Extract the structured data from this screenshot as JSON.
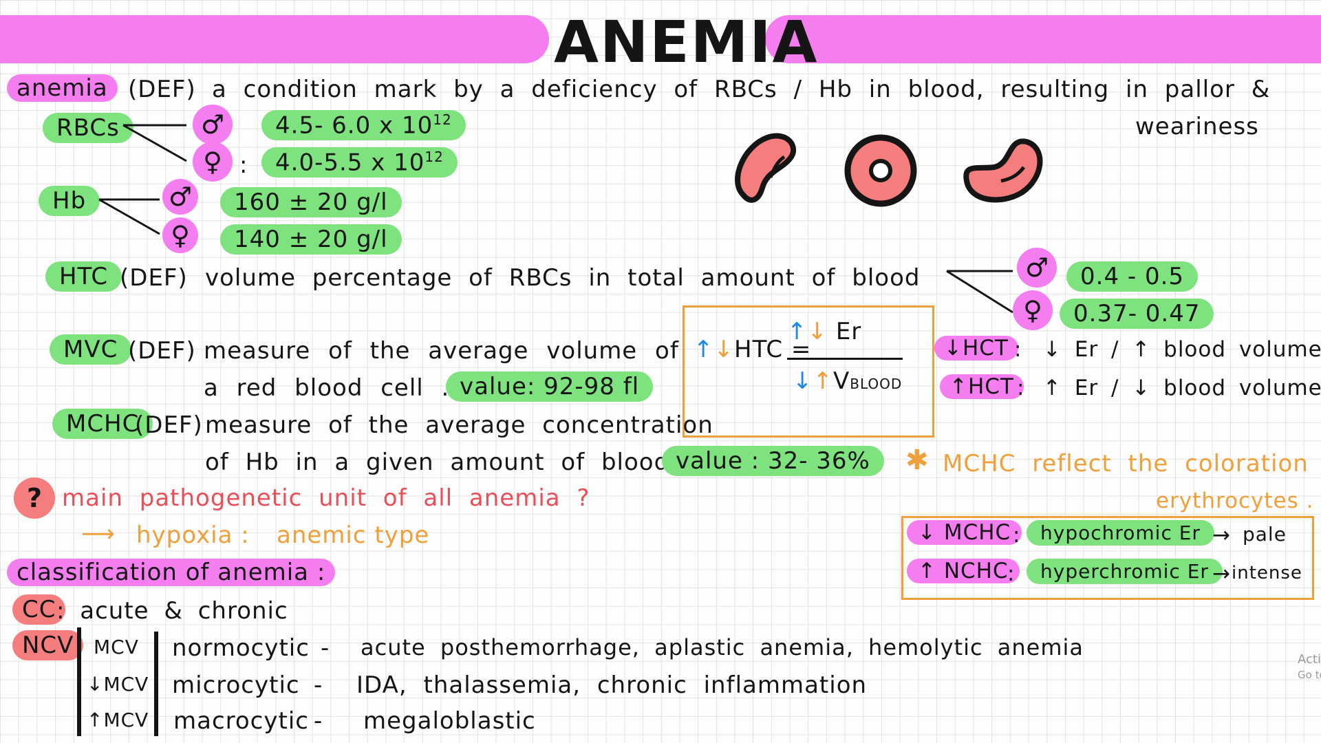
{
  "title": "ANEMIA",
  "colors": {
    "pink": "#f47ef0",
    "green": "#7ee27e",
    "red": "#ea4e57",
    "orange": "#f0a03a",
    "salmon": "#f47e7e",
    "blue": "#1e88e5"
  },
  "def_anemia": {
    "term": "anemia",
    "def_tag": "(DEF)",
    "line1": "a condition mark by a deficiency of RBCs / Hb in blood, resulting in pallor &",
    "line2": "weariness"
  },
  "rbcs": {
    "label": "RBCs",
    "male": "4.5- 6.0 x 10",
    "female": "4.0-5.5 x 10",
    "exp": "12",
    "colon": ":"
  },
  "hb": {
    "label": "Hb",
    "male": "160 ± 20 g/l",
    "female": "140 ± 20 g/l"
  },
  "htc": {
    "label": "HTC",
    "def_tag": "(DEF)",
    "text": "volume percentage of RBCs in total amount of blood",
    "male": "0.4 - 0.5",
    "female": "0.37- 0.47"
  },
  "mvc": {
    "label": "MVC",
    "def_tag": "(DEF)",
    "line1": "measure of the average volume of",
    "line2": "a red blood cell .",
    "value": "value: 92-98 fl"
  },
  "mchc": {
    "label": "MCHC",
    "def_tag": "(DEF)",
    "line1": "measure of the average concentration",
    "line2": "of Hb in a given amount of blood .",
    "value": "value : 32- 36%"
  },
  "formula": {
    "lhs": "HTC =",
    "num": "Er",
    "den": "V",
    "den_sub": "BLOOD",
    "up": "↑",
    "down": "↓"
  },
  "hct_rows": [
    {
      "tag": "↓HCT",
      "colon": ":",
      "text": "↓ Er / ↑ blood volume"
    },
    {
      "tag": "↑HCT",
      "colon": ":",
      "text": "↑ Er / ↓ blood volume"
    }
  ],
  "mchc_note": {
    "star": "✱",
    "line1": "MCHC reflect the coloration of",
    "line2": "erythrocytes ."
  },
  "question": {
    "icon": "?",
    "text": "main pathogenetic unit of all anemia ?"
  },
  "hypoxia": {
    "arrow": "⟶",
    "text": "hypoxia :",
    "type": "anemic type"
  },
  "mchc_box": [
    {
      "tag": "↓ MCHC",
      "colon": ":",
      "value": "hypochromic Er",
      "arrow": "→",
      "result": "pale"
    },
    {
      "tag": "↑ NCHC",
      "colon": ":",
      "value": "hyperchromic Er",
      "arrow": "→",
      "result": "intense"
    }
  ],
  "classification": {
    "title": "classification of anemia :",
    "cc_tag": "CC",
    "cc_text": ": acute & chronic",
    "ncv_tag": "NCV"
  },
  "mcv_rows": [
    {
      "tag": "MCV",
      "term": "normocytic",
      "dash": "-",
      "text": "acute posthemorrhage, aplastic anemia, hemolytic anemia"
    },
    {
      "tag": "↓MCV",
      "term": "microcytic",
      "dash": "-",
      "text": "IDA, thalassemia, chronic inflammation"
    },
    {
      "tag": "↑MCV",
      "term": "macrocytic",
      "dash": "-",
      "text": "megaloblastic"
    }
  ],
  "watermark": {
    "line1": "Acti",
    "line2": "Go to"
  },
  "sex_symbols": {
    "male": "♂",
    "female": "♀"
  }
}
